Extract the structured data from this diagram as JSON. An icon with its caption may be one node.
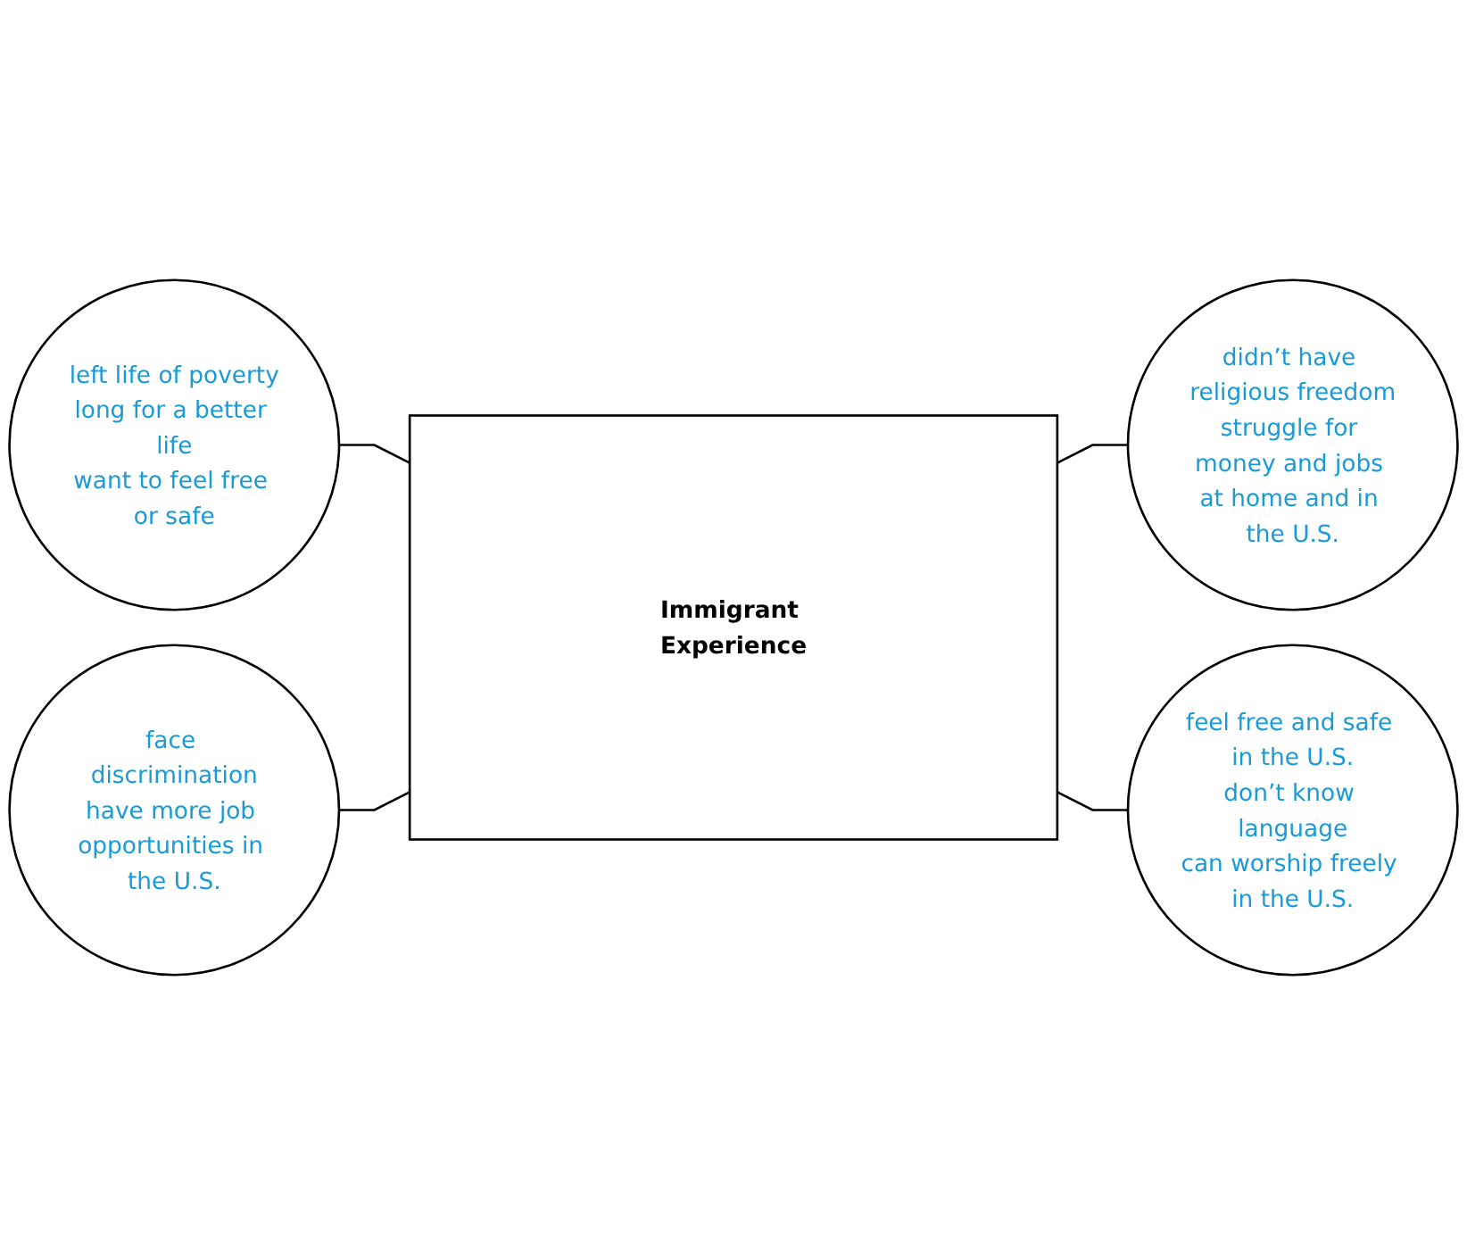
{
  "diagram": {
    "nodes": [
      {
        "text": [
          "left life of poverty",
          "long for a better life",
          "want to feel free or safe"
        ]
      },
      {
        "text": [
          "didn’t have religious freedom",
          "struggle for money and jobs at home and in the U.S."
        ]
      },
      {
        "text": [
          "Immigrant Experience"
        ]
      },
      {
        "text": [
          "face discrimination",
          "have more job opportunities in the U.S."
        ]
      },
      {
        "text": [
          "feel free and safe in the U.S.",
          "don’t know language",
          "can worship freely in the U.S."
        ]
      }
    ],
    "edges": [
      {
        "from": 0,
        "to": 2,
        "arrow": "none"
      },
      {
        "from": 2,
        "to": 1,
        "arrow": "none"
      },
      {
        "from": 3,
        "to": 2,
        "arrow": "none"
      },
      {
        "from": 2,
        "to": 4,
        "arrow": "none"
      }
    ]
  }
}
